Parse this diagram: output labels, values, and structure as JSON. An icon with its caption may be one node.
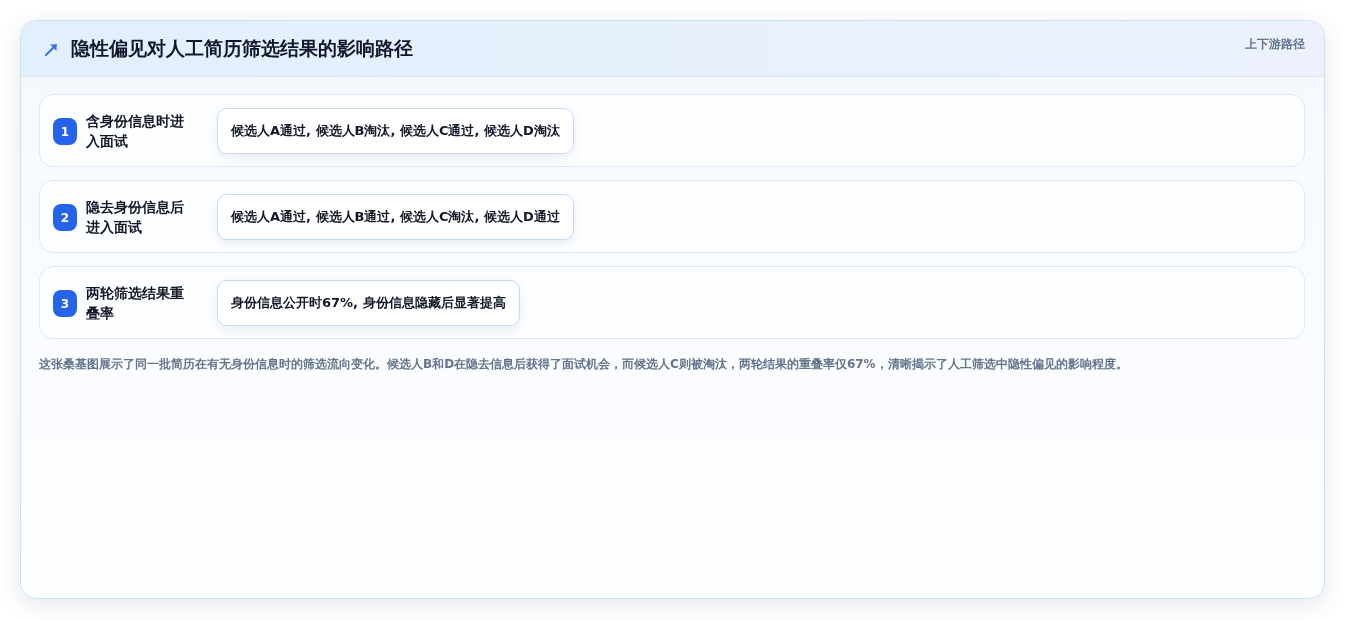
{
  "diagram": {
    "title": "隐性偏见对人工简历筛选结果的影响路径",
    "caption": "这张桑基图展示了同一批简历在有无身份信息时的筛选流向变化。候选人B和D在隐去信息后获得了面试机会，而候选人C则被淘汰，两轮结果的重叠率仅67%，清晰揭示了人工筛选中隐性偏见的影响程度。",
    "nodes": [
      {
        "text": [
          "含身份信息时进入面试"
        ]
      },
      {
        "text": [
          "1"
        ],
        "in": 0
      },
      {
        "text": [
          "候选人A通过, 候选人B淘汰, 候选人C通过, 候选人D淘汰"
        ],
        "in": 0
      },
      {
        "text": [
          "隐去身份信息后进入面试"
        ]
      },
      {
        "text": [
          "2"
        ],
        "in": 3
      },
      {
        "text": [
          "候选人A通过, 候选人B通过, 候选人C淘汰, 候选人D通过"
        ],
        "in": 3
      },
      {
        "text": [
          "两轮筛选结果重叠率"
        ]
      },
      {
        "text": [
          "3"
        ],
        "in": 6
      },
      {
        "text": [
          "身份信息公开时67%, 身份信息隐藏后显著提高"
        ],
        "in": 6
      }
    ],
    "edges": [],
    "labels": [
      "上下游路径"
    ]
  }
}
